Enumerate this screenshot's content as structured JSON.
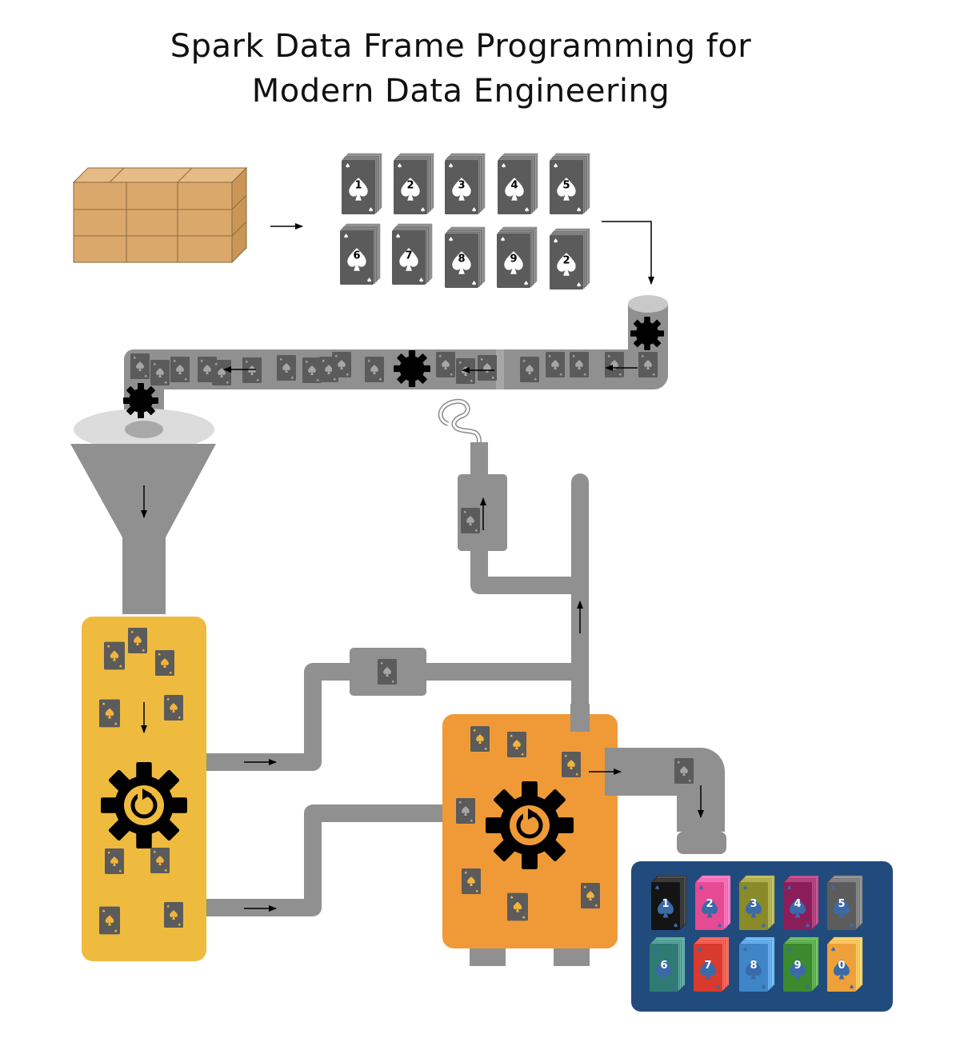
{
  "title": {
    "line1": "Spark Data Frame Programming for",
    "line2": "Modern Data Engineering"
  },
  "colors": {
    "background": "#ffffff",
    "pipe": "#909090",
    "card": "#5b5b5b",
    "box": "#dba86b",
    "yellow_tank": "#efbb3e",
    "orange_tank": "#f09a37",
    "output_panel": "#214b7c",
    "gear": "#000000"
  },
  "input_decks": [
    "1",
    "2",
    "3",
    "4",
    "5",
    "6",
    "7",
    "8",
    "9",
    "2"
  ],
  "output_decks": [
    {
      "label": "1",
      "color": "#141414"
    },
    {
      "label": "2",
      "color": "#e54a93"
    },
    {
      "label": "3",
      "color": "#8a8a2a"
    },
    {
      "label": "4",
      "color": "#8b1d5a"
    },
    {
      "label": "5",
      "color": "#5c5c5c"
    },
    {
      "label": "6",
      "color": "#2f7a72"
    },
    {
      "label": "7",
      "color": "#d93a2e"
    },
    {
      "label": "8",
      "color": "#3e86c7"
    },
    {
      "label": "9",
      "color": "#3b8a2d"
    },
    {
      "label": "0",
      "color": "#eea13a"
    }
  ],
  "icons": [
    "box-stack-icon",
    "arrow-icon",
    "gear-icon",
    "spade-card-icon",
    "steam-icon",
    "funnel-icon",
    "refresh-gear-icon"
  ]
}
